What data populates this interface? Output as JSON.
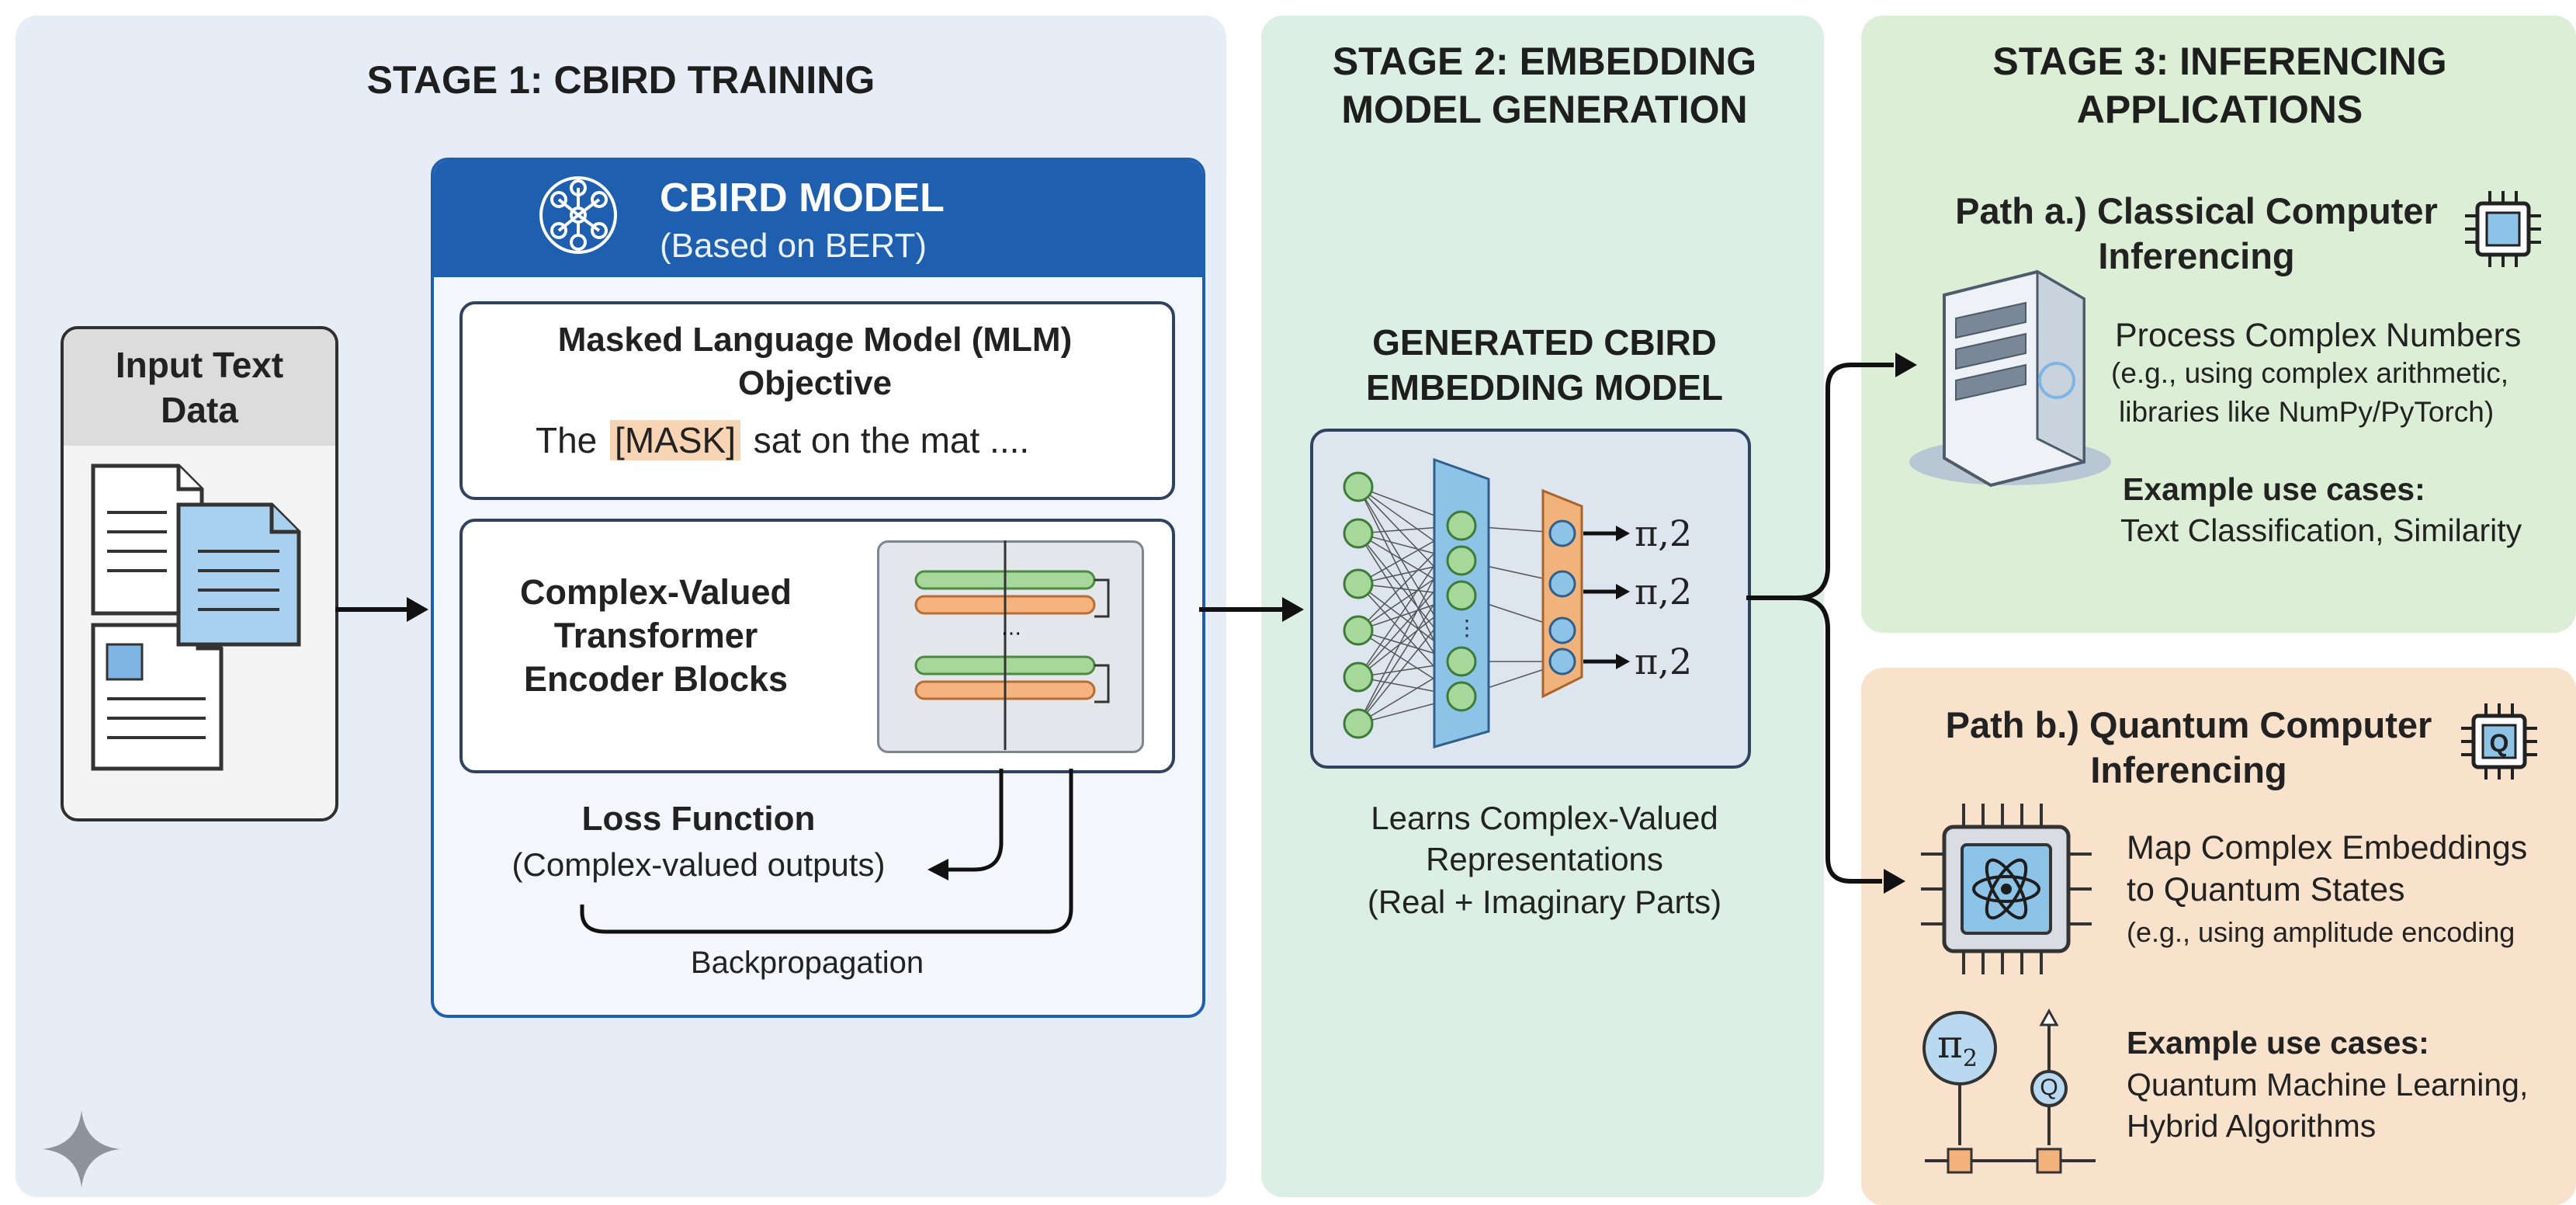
{
  "stage1": {
    "title": "STAGE 1: CBIRD TRAINING",
    "input_label": "Input Text Data",
    "model": {
      "title": "CBIRD MODEL",
      "subtitle": "(Based on BERT)",
      "mlm_title": "Masked Language Model (MLM) Objective",
      "mlm_example_pre": "The",
      "mlm_mask": "[MASK]",
      "mlm_example_post": "sat on the mat ....",
      "encoder_label": "Complex-Valued Transformer Encoder Blocks",
      "loss_title": "Loss Function",
      "loss_subtitle": "(Complex-valued outputs)",
      "backprop": "Backpropagation"
    }
  },
  "stage2": {
    "title": "STAGE 2: EMBEDDING MODEL GENERATION",
    "model_title": "GENERATED CBIRD EMBEDDING MODEL",
    "outputs": [
      "π,2",
      "π,2",
      "π,2"
    ],
    "desc_line1": "Learns Complex-Valued",
    "desc_line2": "Representations",
    "desc_line3": "(Real + Imaginary Parts)"
  },
  "stage3": {
    "title": "STAGE 3: INFERENCING APPLICATIONS",
    "path_a": {
      "title": "Path a.) Classical Computer Inferencing",
      "desc_line1": "Process Complex Numbers",
      "desc_line2": "(e.g., using complex arithmetic,",
      "desc_line3": "libraries like NumPy/PyTorch)",
      "use_title": "Example use cases:",
      "use_text": "Text Classification, Similarity"
    },
    "path_b": {
      "title": "Path b.) Quantum Computer Inferencing",
      "desc_line1": "Map Complex Embeddings",
      "desc_line2": "to Quantum States",
      "desc_line3": "(e.g., using amplitude encoding",
      "use_title": "Example use cases:",
      "use_line1": "Quantum Machine Learning,",
      "use_line2": "Hybrid Algorithms",
      "circuit_symbol": "π",
      "circuit_sub": "2",
      "qubit_label": "Q"
    }
  },
  "colors": {
    "stage1_bg": "#e7edf6",
    "stage2_bg": "#dcefe4",
    "stage3a_bg": "#dcefd6",
    "stage3b_bg": "#f9e2cb",
    "model_header": "#1f5fb0",
    "mask_highlight": "#f7d4b4",
    "bar_green": "#a7d89b",
    "bar_orange": "#f5b380",
    "layer_blue": "#8ec3e8",
    "layer_orange": "#f2b27c"
  },
  "icons": [
    "document-icon",
    "neural-network-icon",
    "server-icon",
    "cpu-chip-icon",
    "quantum-chip-icon",
    "atom-icon",
    "sparkle-icon"
  ]
}
